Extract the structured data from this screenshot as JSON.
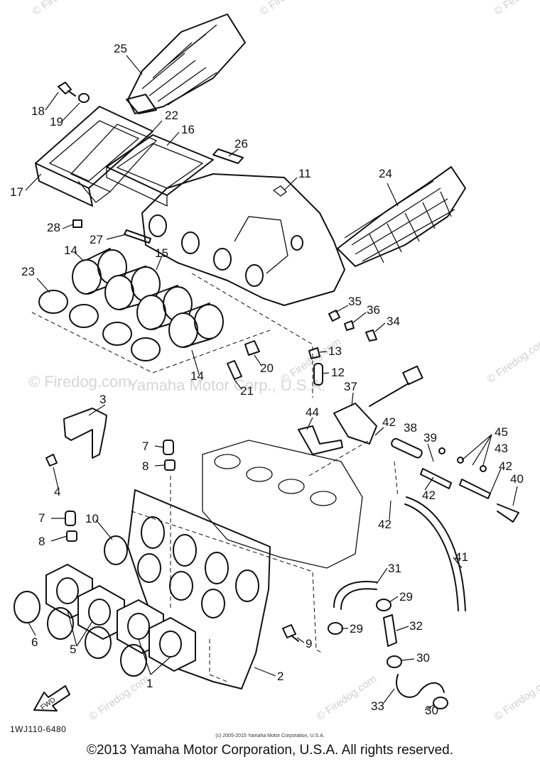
{
  "diagram": {
    "title": "",
    "callouts": [
      "1",
      "2",
      "3",
      "4",
      "5",
      "6",
      "7",
      "8",
      "9",
      "10",
      "11",
      "12",
      "13",
      "14",
      "15",
      "16",
      "17",
      "18",
      "19",
      "20",
      "21",
      "22",
      "23",
      "24",
      "25",
      "26",
      "27",
      "28",
      "29",
      "30",
      "31",
      "32",
      "33",
      "34",
      "35",
      "36",
      "37",
      "38",
      "39",
      "40",
      "41",
      "42",
      "43",
      "44",
      "45"
    ],
    "fwd_label": "FWD",
    "watermark_text": "© Firedog.com",
    "center_watermark": "Yamaha Motor Corp., U.S.A.",
    "drawing_code": "1WJ110-6480",
    "small_copyright": "(c) 2005-2015 Yamaha Motor Corporation, U.S.A.",
    "footer_copyright": "©2013 Yamaha Motor Corporation, U.S.A. All rights reserved."
  }
}
